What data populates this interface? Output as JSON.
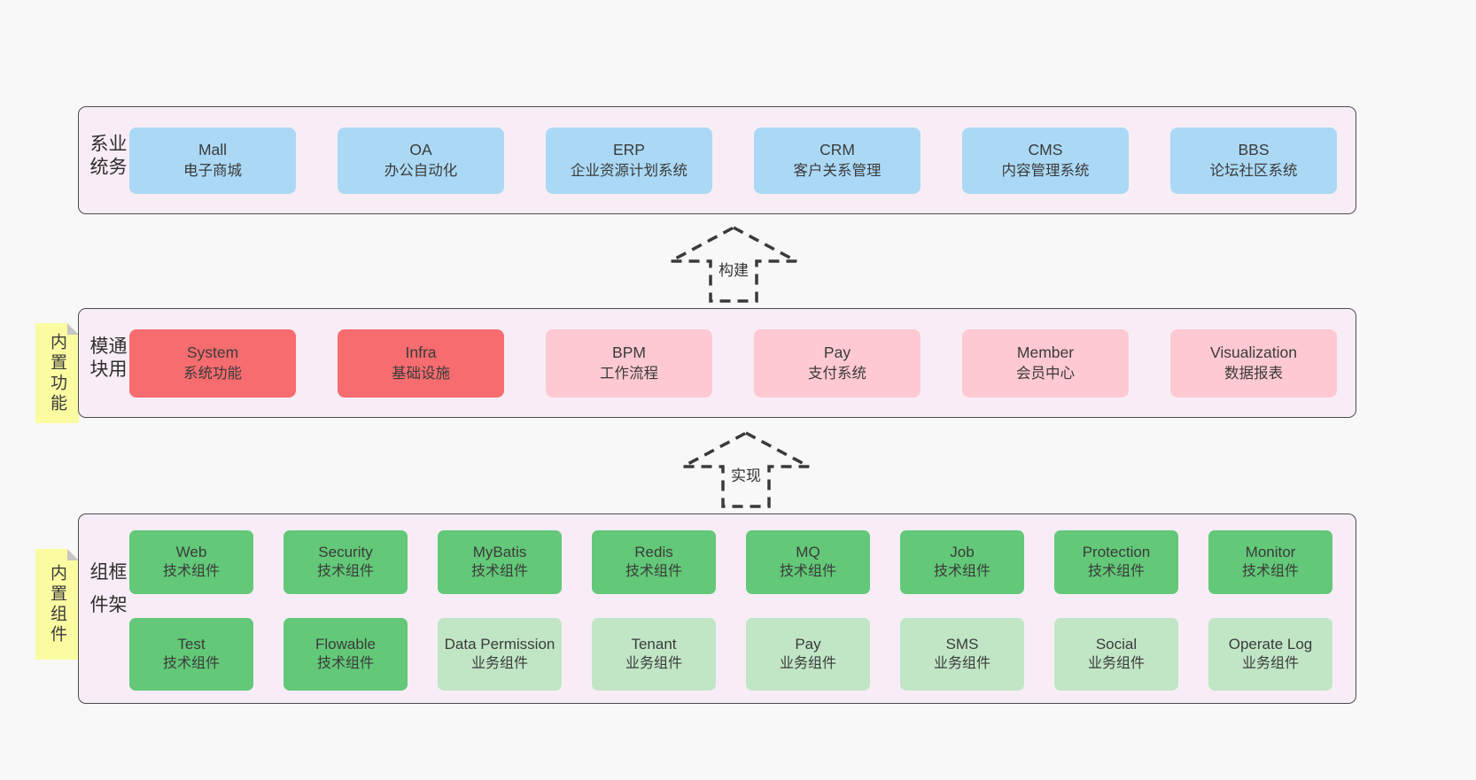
{
  "colors": {
    "page_bg": "#f8f8f8",
    "panel_bg": "#f8edf6",
    "panel_border": "#4c4c4c",
    "box_blue": "#abd9f5",
    "box_red": "#f76c6f",
    "box_pink": "#fec9d2",
    "box_green": "#63c878",
    "box_green_light": "#c0e6c6",
    "sticky_yellow": "#fbfba1",
    "text": "#333333"
  },
  "arrows": [
    {
      "label": "构建"
    },
    {
      "label": "实现"
    }
  ],
  "layers": [
    {
      "label": "业务系统",
      "boxes": [
        {
          "name": "Mall",
          "desc": "电子商城"
        },
        {
          "name": "OA",
          "desc": "办公自动化"
        },
        {
          "name": "ERP",
          "desc": "企业资源计划系统"
        },
        {
          "name": "CRM",
          "desc": "客户关系管理"
        },
        {
          "name": "CMS",
          "desc": "内容管理系统"
        },
        {
          "name": "BBS",
          "desc": "论坛社区系统"
        }
      ]
    },
    {
      "label": "通用模块",
      "sticky": "内置功能",
      "boxes": [
        {
          "name": "System",
          "desc": "系统功能"
        },
        {
          "name": "Infra",
          "desc": "基础设施"
        },
        {
          "name": "BPM",
          "desc": "工作流程"
        },
        {
          "name": "Pay",
          "desc": "支付系统"
        },
        {
          "name": "Member",
          "desc": "会员中心"
        },
        {
          "name": "Visualization",
          "desc": "数据报表"
        }
      ]
    },
    {
      "label": "框架组件",
      "sticky": "内置组件",
      "rows": [
        [
          {
            "name": "Web",
            "desc": "技术组件"
          },
          {
            "name": "Security",
            "desc": "技术组件"
          },
          {
            "name": "MyBatis",
            "desc": "技术组件"
          },
          {
            "name": "Redis",
            "desc": "技术组件"
          },
          {
            "name": "MQ",
            "desc": "技术组件"
          },
          {
            "name": "Job",
            "desc": "技术组件"
          },
          {
            "name": "Protection",
            "desc": "技术组件"
          },
          {
            "name": "Monitor",
            "desc": "技术组件"
          }
        ],
        [
          {
            "name": "Test",
            "desc": "技术组件"
          },
          {
            "name": "Flowable",
            "desc": "技术组件"
          },
          {
            "name": "Data Permission",
            "desc": "业务组件"
          },
          {
            "name": "Tenant",
            "desc": "业务组件"
          },
          {
            "name": "Pay",
            "desc": "业务组件"
          },
          {
            "name": "SMS",
            "desc": "业务组件"
          },
          {
            "name": "Social",
            "desc": "业务组件"
          },
          {
            "name": "Operate Log",
            "desc": "业务组件"
          }
        ]
      ]
    }
  ]
}
